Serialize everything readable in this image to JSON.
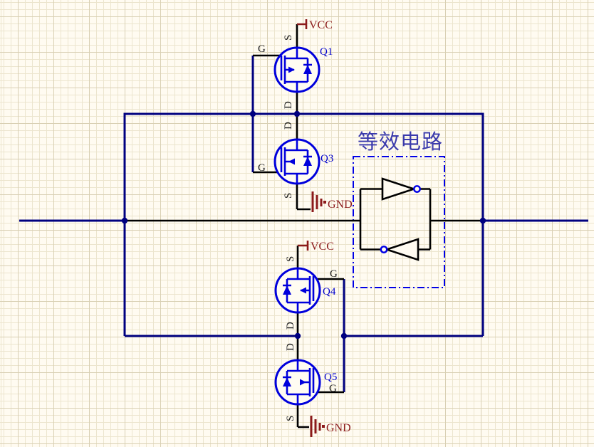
{
  "equivalent_circuit": {
    "title": "等效电路"
  },
  "transistors": [
    {
      "designator": "Q1",
      "channel": "PMOS",
      "gate_label": "G",
      "source_label": "S",
      "drain_label": "D"
    },
    {
      "designator": "Q3",
      "channel": "NMOS",
      "gate_label": "G",
      "source_label": "S",
      "drain_label": "D"
    },
    {
      "designator": "Q4",
      "channel": "PMOS",
      "gate_label": "G",
      "source_label": "S",
      "drain_label": "D"
    },
    {
      "designator": "Q5",
      "channel": "NMOS",
      "gate_label": "G",
      "source_label": "S",
      "drain_label": "D"
    }
  ],
  "power_ports": [
    {
      "label": "VCC"
    },
    {
      "label": "GND"
    },
    {
      "label": "VCC"
    },
    {
      "label": "GND"
    }
  ],
  "colors": {
    "wire": "#000080",
    "component_outline": "#0000DC",
    "designator_text": "#0000CD",
    "power_port": "#8B1A1A",
    "title_text": "#3A3AAC",
    "dashed_box": "#0000E6",
    "background": "#FFFBF1",
    "latch_lines": "#000000"
  }
}
